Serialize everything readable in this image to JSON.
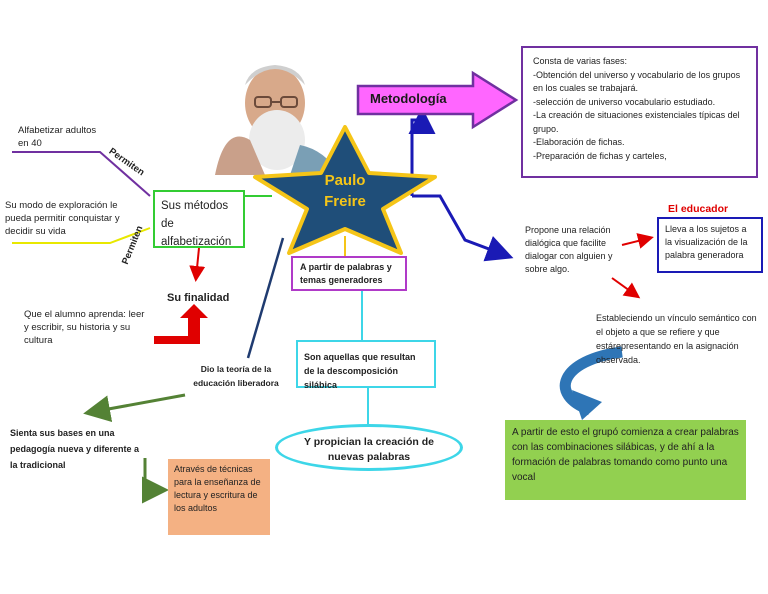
{
  "star": {
    "title": "Paulo Freire"
  },
  "photo": {
    "alt": "Retrato de Paulo Freire"
  },
  "metodologia": {
    "label": "Metodología",
    "intro": "Consta de varias fases:",
    "phases": [
      "-Obtención del universo y vocabulario de los grupos en los cuales se trabajará.",
      "-selección de universo vocabulario estudiado.",
      "-La creación de situaciones existenciales típicas del grupo.",
      "-Elaboración de fichas.",
      "-Preparación de fichas y carteles,"
    ]
  },
  "left": {
    "alfabetizar": "Alfabetizar adultos en 40",
    "permiten_1": "Permiten",
    "permiten_2": "Permiten",
    "modo": "Su modo de exploración le pueda permitir conquistar y decidir su vida",
    "metodos": "Sus métodos de alfabetización",
    "finalidad": "Su finalidad",
    "alumno": "Que el alumno aprenda: leer y escribir, su historia y su cultura"
  },
  "center": {
    "palabras": "A partir de palabras y temas generadores",
    "aquellas": "Son aquellas que resultan de la descomposición silábica",
    "propician": "Y propician la creación de nuevas palabras",
    "teoria": "Dio la teoría de la educación liberadora",
    "bases": "Sienta sus bases en una pedagogía nueva y diferente a la tradicional",
    "tecnicas": "Através de técnicas para la enseñanza de lectura y escritura de los adultos"
  },
  "right": {
    "educador_title": "El educador",
    "educador_text": "Lleva a los sujetos a la visualización de la palabra generadora",
    "propone": "Propone una relación dialógica que facilite dialogar con alguien y sobre algo.",
    "vinculo": "Estableciendo un vínculo semántico con el objeto a que se refiere y que estárepresentando en la asignación observada.",
    "green": "A partir de esto el grupó comienza a crear palabras con las combinaciones silábicas, y de ahí a la formación de palabras tomando como punto una vocal"
  },
  "colors": {
    "purple": "#7030a0",
    "pink_arrow": "#ff66ff",
    "star_fill": "#1f4e79",
    "star_outline": "#f5c518",
    "star_text": "#f5c518",
    "green_box": "#92d050",
    "orange_box": "#f4b183",
    "cyan": "#3dd6e8",
    "dark_blue": "#1a1ab5",
    "red": "#e00000",
    "olive_green": "#548235",
    "blue_arrow": "#2e75b6",
    "box_green": "#33cc33",
    "yellow_line": "#e8e800"
  }
}
